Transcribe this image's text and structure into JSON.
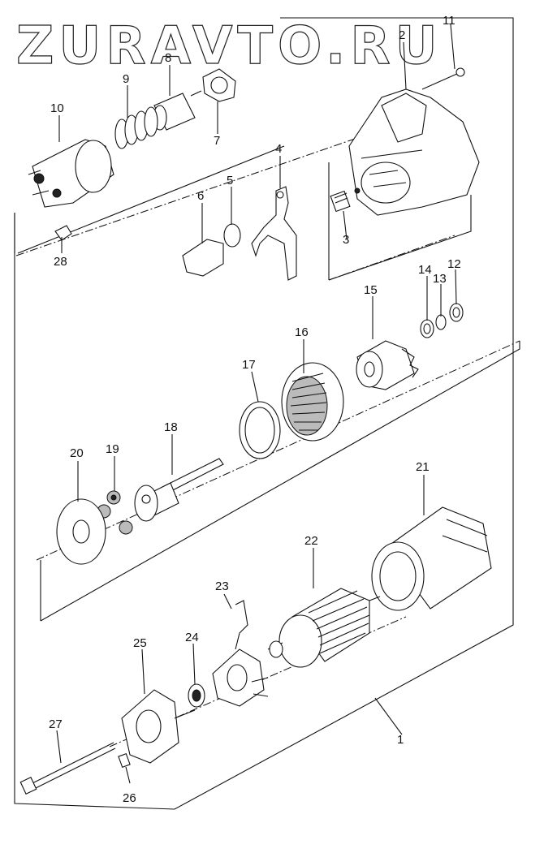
{
  "watermark": "ZURAVTO.RU",
  "callouts": {
    "p1": "1",
    "p2": "2",
    "p3": "3",
    "p4": "4",
    "p5": "5",
    "p6": "6",
    "p7": "7",
    "p8": "8",
    "p9": "9",
    "p10": "10",
    "p11": "11",
    "p12": "12",
    "p13": "13",
    "p14": "14",
    "p15": "15",
    "p16": "16",
    "p17": "17",
    "p18": "18",
    "p19": "19",
    "p20": "20",
    "p21": "21",
    "p22": "22",
    "p23": "23",
    "p24": "24",
    "p25": "25",
    "p26": "26",
    "p27": "27",
    "p28": "28"
  }
}
